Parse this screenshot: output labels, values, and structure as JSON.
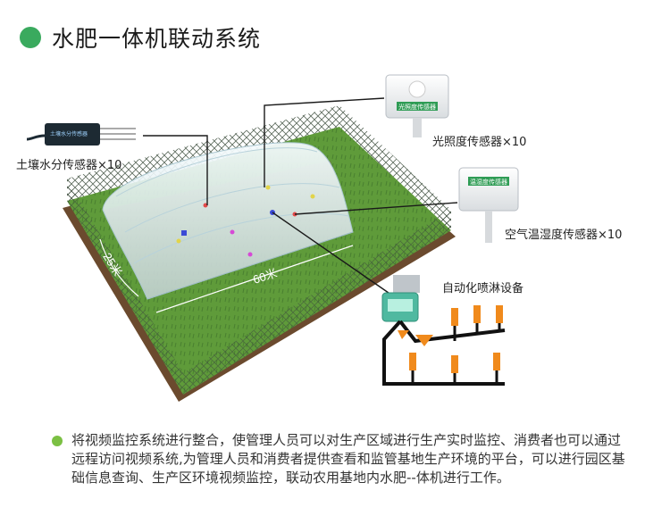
{
  "title": "水肥一体机联动系统",
  "labels": {
    "soil_sensor": "土壤水分传感器×10",
    "light_sensor": "光照度传感器×10",
    "air_sensor": "空气温湿度传感器×10",
    "auto_irrigation": "自动化喷淋设备",
    "dim_width": "25米",
    "dim_length": "60米"
  },
  "device_text": {
    "light_sensor_plate": "光照度传感器",
    "air_sensor_plate": "温湿度传感器",
    "soil_sensor_plate": "土壤水分传感器"
  },
  "description": "将视频监控系统进行整合，使管理人员可以对生产区域进行生产实时监控、消费者也可以通过远程访问视频系统,为管理人员和消费者提供查看和监管基地生产环境的平台，可以进行园区基础信息查询、生产区环境视频监控，联动农用基地内水肥--体机进行工作。",
  "colors": {
    "title_dot": "#3aaa5e",
    "desc_dot": "#7bc043",
    "grass": "#5f9b3a",
    "soil_wall": "#6b4a2e",
    "greenhouse": "#e6f1f4"
  }
}
